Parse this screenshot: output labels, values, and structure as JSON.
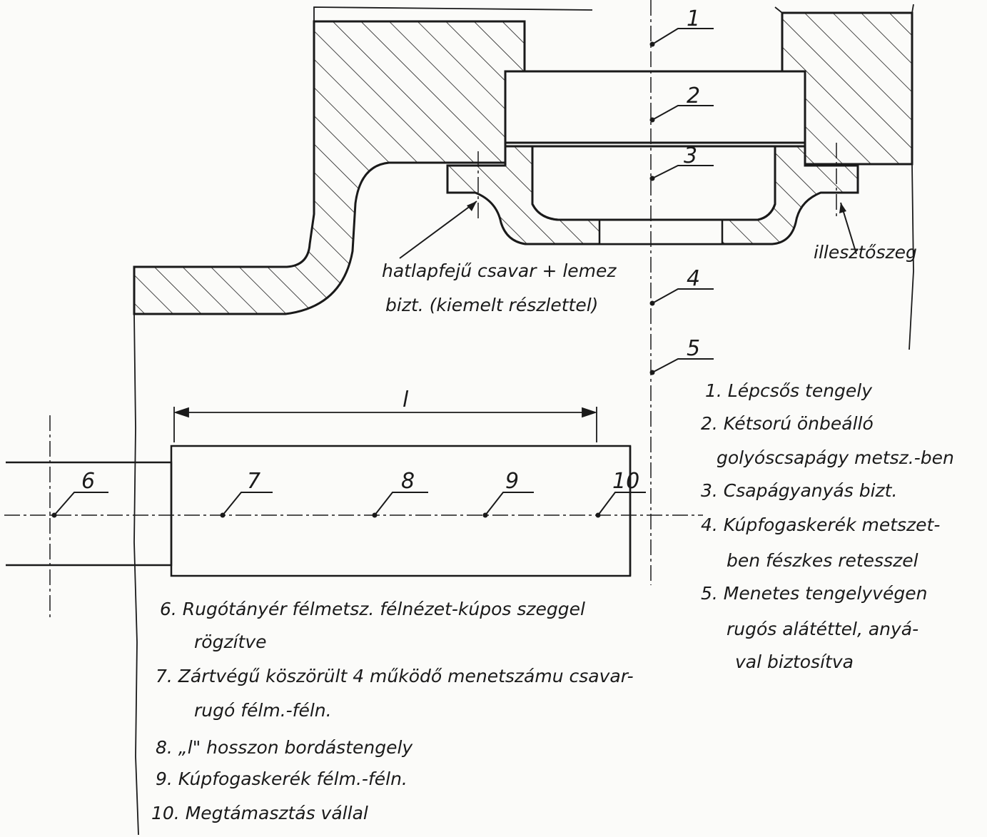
{
  "colors": {
    "ink": "#1a1a1a",
    "paper": "#fbfbf9"
  },
  "callouts": {
    "c1": "1",
    "c2": "2",
    "c3": "3",
    "c4": "4",
    "c5": "5",
    "c6": "6",
    "c7": "7",
    "c8": "8",
    "c9": "9",
    "c10": "10",
    "length": "l"
  },
  "annotations": {
    "screw_line1": "hatlapfejű csavar + lemez",
    "screw_line2": "bizt. (kiemelt részlettel)",
    "fit_bolt": "illesztőszeg"
  },
  "legend_right": [
    "1. Lépcsős tengely",
    "2. Kétsorú önbeálló",
    "golyóscsapágy metsz.-ben",
    "3. Csapágyanyás bizt.",
    "4. Kúpfogaskerék metszet-",
    "ben fészkes retesszel",
    "5. Menetes tengelyvégen",
    "rugós alátéttel, anyá-",
    "val biztosítva"
  ],
  "legend_bottom": [
    "6. Rugótányér félmetsz. félnézet-kúpos szeggel",
    "rögzítve",
    "7. Zártvégű köszörült 4 működő menetszámu csavar-",
    "rugó félm.-féln.",
    "8. „l\" hosszon bordástengely",
    "9. Kúpfogaskerék félm.-féln.",
    "10. Megtámasztás vállal"
  ]
}
